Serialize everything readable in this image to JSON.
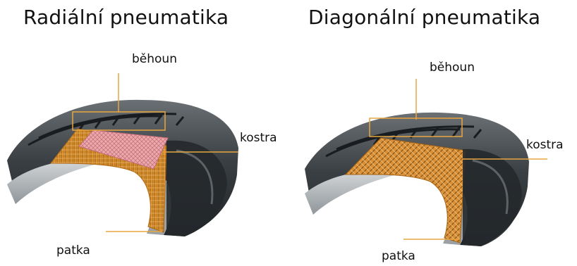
{
  "titles": {
    "left": "Radiální pneumatika",
    "right": "Diagonální pneumatika"
  },
  "labels": {
    "left": {
      "tread": "běhoun",
      "carcass": "kostra",
      "bead": "patka"
    },
    "right": {
      "tread": "běhoun",
      "carcass": "kostra",
      "bead": "patka"
    }
  },
  "colors": {
    "callout_line": "#e8a640",
    "ply_fill": "#d9903a",
    "belt_fill": "#e8a3a8",
    "rubber_dark": "#2b2f33",
    "rubber_mid": "#555b60",
    "inner_light": "#bfc3c6"
  }
}
